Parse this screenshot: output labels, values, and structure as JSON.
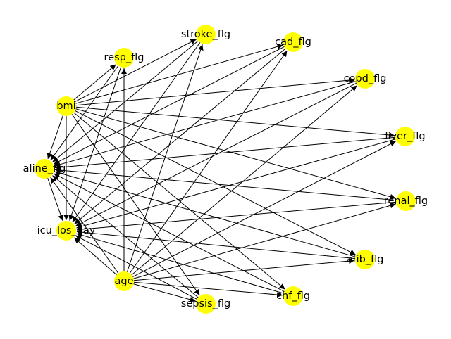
{
  "graph": {
    "node_color": "#ffff00",
    "edge_color": "#000000",
    "directed": true,
    "nodes": [
      {
        "id": "bmi",
        "label": "bmi"
      },
      {
        "id": "resp_flg",
        "label": "resp_flg"
      },
      {
        "id": "stroke_flg",
        "label": "stroke_flg"
      },
      {
        "id": "cad_flg",
        "label": "cad_flg"
      },
      {
        "id": "copd_flg",
        "label": "copd_flg"
      },
      {
        "id": "liver_flg",
        "label": "liver_flg"
      },
      {
        "id": "renal_flg",
        "label": "renal_flg"
      },
      {
        "id": "afib_flg",
        "label": "afib_flg"
      },
      {
        "id": "chf_flg",
        "label": "chf_flg"
      },
      {
        "id": "sepsis_flg",
        "label": "sepsis_flg"
      },
      {
        "id": "age",
        "label": "age"
      },
      {
        "id": "icu_los_day",
        "label": "icu_los_day"
      },
      {
        "id": "aline_flg",
        "label": "aline_flg"
      }
    ],
    "edges": [
      [
        "bmi",
        "resp_flg"
      ],
      [
        "bmi",
        "stroke_flg"
      ],
      [
        "bmi",
        "cad_flg"
      ],
      [
        "bmi",
        "copd_flg"
      ],
      [
        "bmi",
        "liver_flg"
      ],
      [
        "bmi",
        "renal_flg"
      ],
      [
        "bmi",
        "afib_flg"
      ],
      [
        "bmi",
        "chf_flg"
      ],
      [
        "bmi",
        "sepsis_flg"
      ],
      [
        "bmi",
        "aline_flg"
      ],
      [
        "bmi",
        "icu_los_day"
      ],
      [
        "age",
        "resp_flg"
      ],
      [
        "age",
        "stroke_flg"
      ],
      [
        "age",
        "cad_flg"
      ],
      [
        "age",
        "copd_flg"
      ],
      [
        "age",
        "liver_flg"
      ],
      [
        "age",
        "renal_flg"
      ],
      [
        "age",
        "afib_flg"
      ],
      [
        "age",
        "chf_flg"
      ],
      [
        "age",
        "sepsis_flg"
      ],
      [
        "age",
        "aline_flg"
      ],
      [
        "age",
        "icu_los_day"
      ],
      [
        "resp_flg",
        "aline_flg"
      ],
      [
        "stroke_flg",
        "aline_flg"
      ],
      [
        "cad_flg",
        "aline_flg"
      ],
      [
        "copd_flg",
        "aline_flg"
      ],
      [
        "liver_flg",
        "aline_flg"
      ],
      [
        "renal_flg",
        "aline_flg"
      ],
      [
        "afib_flg",
        "aline_flg"
      ],
      [
        "chf_flg",
        "aline_flg"
      ],
      [
        "sepsis_flg",
        "aline_flg"
      ],
      [
        "resp_flg",
        "icu_los_day"
      ],
      [
        "stroke_flg",
        "icu_los_day"
      ],
      [
        "cad_flg",
        "icu_los_day"
      ],
      [
        "copd_flg",
        "icu_los_day"
      ],
      [
        "liver_flg",
        "icu_los_day"
      ],
      [
        "renal_flg",
        "icu_los_day"
      ],
      [
        "afib_flg",
        "icu_los_day"
      ],
      [
        "chf_flg",
        "icu_los_day"
      ],
      [
        "sepsis_flg",
        "icu_los_day"
      ],
      [
        "aline_flg",
        "icu_los_day"
      ]
    ]
  }
}
